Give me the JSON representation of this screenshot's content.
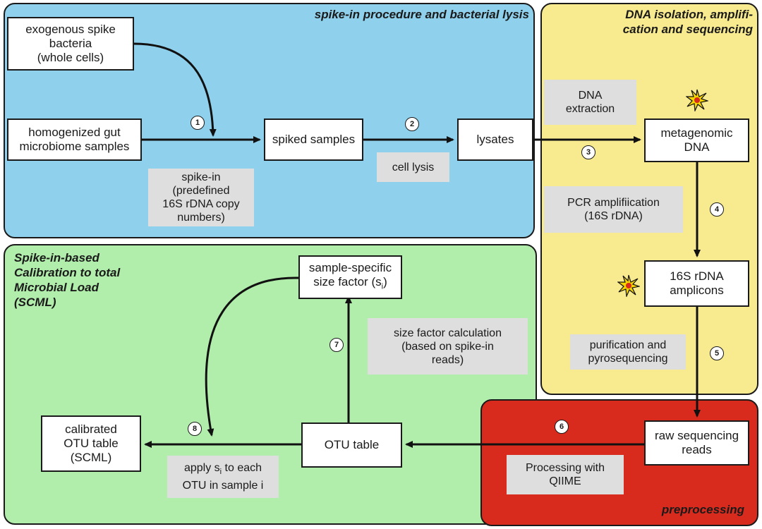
{
  "panels": {
    "spike": {
      "title": "spike-in procedure and bacterial lysis",
      "color": "#8fd0ec"
    },
    "dna": {
      "title": "DNA isolation, amplifi-\ncation and sequencing",
      "color": "#f8ea8f"
    },
    "scml": {
      "title": "Spike-in-based\nCalibration to total\nMicrobial Load\n(SCML)",
      "color": "#b1edab"
    },
    "pre": {
      "title": "preprocessing",
      "color": "#d82b1e"
    }
  },
  "nodes": {
    "exogenous": "exogenous spike\nbacteria\n(whole cells)",
    "homogenized": "homogenized gut\nmicrobiome samples",
    "spiked": "spiked samples",
    "lysates": "lysates",
    "metagenomic": "metagenomic\nDNA",
    "amplicons": "16S rDNA\namplicons",
    "raw_reads": "raw sequencing\nreads",
    "otu_table": "OTU table",
    "size_factor_main": "sample-specific\nsize factor (s",
    "size_factor_sub": "i",
    "size_factor_end": ")",
    "calibrated": "calibrated\nOTU table\n(SCML)"
  },
  "notes": {
    "spike_in": "spike-in\n(predefined\n16S rDNA copy\nnumbers)",
    "cell_lysis": "cell lysis",
    "dna_extraction": "DNA\nextraction",
    "pcr": "PCR amplifiication\n(16S rDNA)",
    "purification": "purification and\npyrosequencing",
    "qiime": "Processing with\nQIIME",
    "size_calc": "size factor calculation\n(based on spike-in\nreads)",
    "apply_pre": "apply s",
    "apply_sub": "i",
    "apply_post": " to each\nOTU in sample i"
  },
  "steps": [
    "1",
    "2",
    "3",
    "4",
    "5",
    "6",
    "7",
    "8"
  ],
  "colors": {
    "star_fill": "#f5d400",
    "star_core": "#d82b1e",
    "line": "#111111"
  }
}
